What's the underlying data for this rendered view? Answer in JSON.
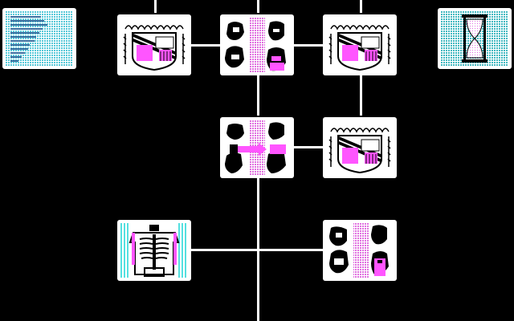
{
  "scene": "ega-board-game-tree",
  "palette": {
    "background": "#000000",
    "white": "#ffffff",
    "cyan": "#55ffff",
    "magenta": "#ff55ff",
    "black": "#000000"
  },
  "panels": [
    {
      "id": "status-bars",
      "icon": "bar-list-icon"
    },
    {
      "id": "crest-1",
      "icon": "crest-icon"
    },
    {
      "id": "faces-1",
      "icon": "faces-icon"
    },
    {
      "id": "crest-2",
      "icon": "crest-icon"
    },
    {
      "id": "hourglass",
      "icon": "hourglass-icon"
    },
    {
      "id": "faces-arrow",
      "icon": "faces-arrow-icon"
    },
    {
      "id": "crest-3",
      "icon": "crest-icon"
    },
    {
      "id": "skeleton",
      "icon": "skeleton-icon"
    },
    {
      "id": "faces-2",
      "icon": "faces-icon"
    }
  ]
}
